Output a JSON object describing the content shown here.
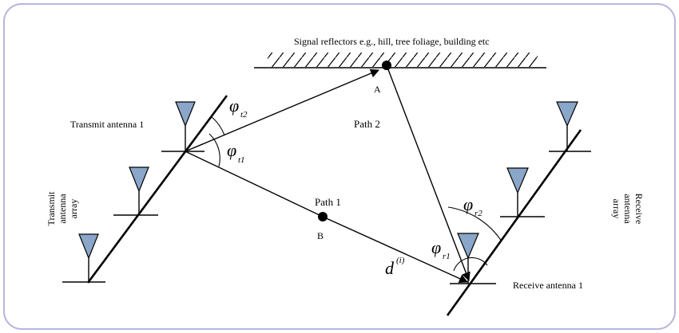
{
  "diagram": {
    "reflector_label": "Signal reflectors e.g., hill, tree foliage, building etc",
    "point_a": "A",
    "point_b": "B",
    "path1": "Path 1",
    "path2": "Path 2",
    "tx_antenna": "Transmit antenna 1",
    "rx_antenna": "Receive antenna 1",
    "tx_array": [
      "Transmit",
      "antenna",
      "array"
    ],
    "rx_array": [
      "Receive",
      "antenna",
      "array"
    ],
    "phi": "φ",
    "d": "d",
    "angles": {
      "t2": "t2",
      "t1": "t1",
      "r2": "r2",
      "r1": "r1",
      "d_sup": "(i)"
    }
  }
}
